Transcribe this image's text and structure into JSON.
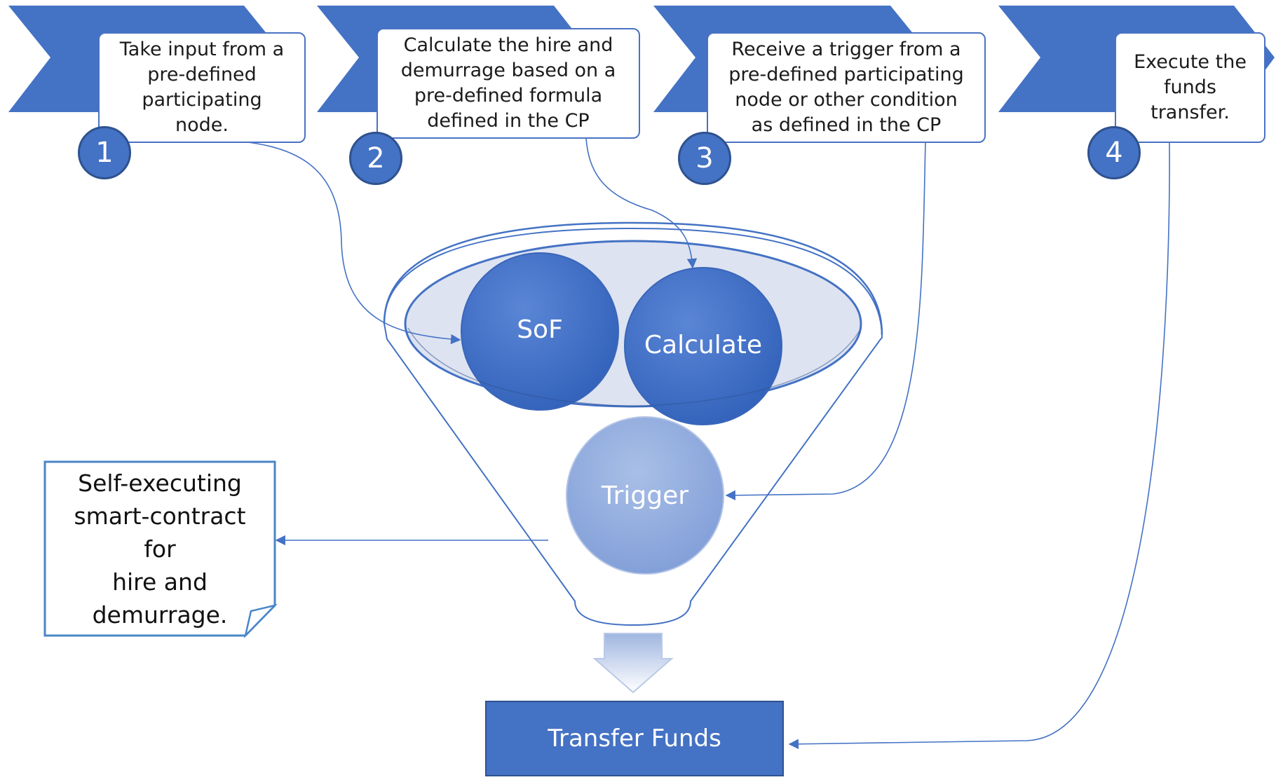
{
  "steps": [
    {
      "number": "1",
      "text": "Take input from a\npre-defined\nparticipating\nnode."
    },
    {
      "number": "2",
      "text": "Calculate the hire and\ndemurrage based on a\npre-defined formula\ndefined in the CP"
    },
    {
      "number": "3",
      "text": "Receive a trigger from a\npre-defined participating\nnode or other condition\nas defined in the CP"
    },
    {
      "number": "4",
      "text": "Execute the\nfunds\ntransfer."
    }
  ],
  "funnel": {
    "circles": [
      {
        "label": "SoF"
      },
      {
        "label": "Calculate"
      },
      {
        "label": "Trigger"
      }
    ]
  },
  "note": {
    "text": "Self-executing\nsmart-contract for\nhire and\ndemurrage."
  },
  "output": {
    "label": "Transfer Funds"
  },
  "colors": {
    "primary": "#4472c4",
    "dark": "#2f528f",
    "light": "#8faadc",
    "funnel_fill": "#dde3f1"
  }
}
